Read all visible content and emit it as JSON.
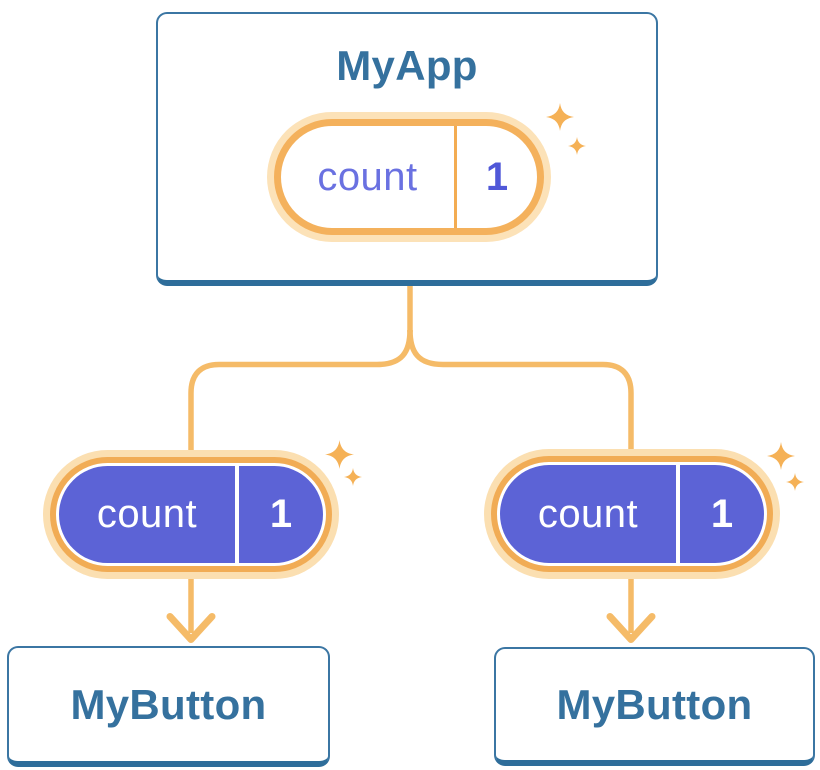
{
  "tree": {
    "root": {
      "title": "MyApp",
      "state": {
        "label": "count",
        "value": "1"
      }
    },
    "children": [
      {
        "title": "MyButton",
        "state": {
          "label": "count",
          "value": "1"
        }
      },
      {
        "title": "MyButton",
        "state": {
          "label": "count",
          "value": "1"
        }
      }
    ]
  },
  "colors": {
    "node_border": "#3B76A3",
    "node_border_bottom": "#2E6D9A",
    "node_title": "#35719E",
    "connector_orange": "#F5BB68",
    "pill_halo": "#FBDFB1",
    "pill_ring": "#F2AD55",
    "pill_divider_orange": "#F3AC52",
    "pill_fill_purple": "#5C63D6",
    "state_label_indigo": "#6A71E1",
    "state_value_indigo": "#5058D8",
    "state_text_white": "#FFFFFF",
    "sparkle": "#F5B156",
    "background": "#FFFFFF"
  }
}
